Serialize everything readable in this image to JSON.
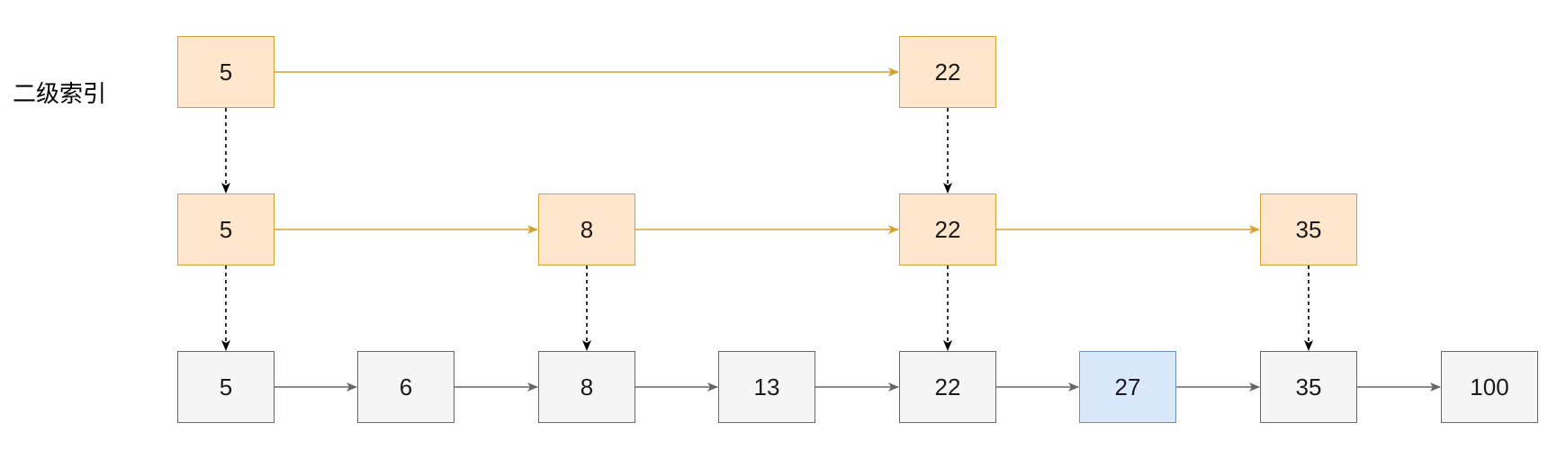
{
  "diagram": {
    "index_label": "二级索引",
    "levels": [
      {
        "name": "level-2",
        "keys": [
          "5",
          "22"
        ]
      },
      {
        "name": "level-1",
        "keys": [
          "5",
          "8",
          "22",
          "35"
        ]
      },
      {
        "name": "base",
        "keys": [
          "5",
          "6",
          "8",
          "13",
          "22",
          "27",
          "35",
          "100"
        ],
        "highlight": "27"
      }
    ],
    "colors": {
      "index_fill": "#ffe6cc",
      "index_border": "#d6a12f",
      "index_arrow": "#d6a12f",
      "base_fill": "#f5f5f5",
      "base_border": "#666666",
      "base_arrow": "#666666",
      "highlight_fill": "#dae8fc",
      "highlight_border": "#6c8ebf",
      "down_arrow": "#000000",
      "text": "#1a1a1a"
    }
  }
}
